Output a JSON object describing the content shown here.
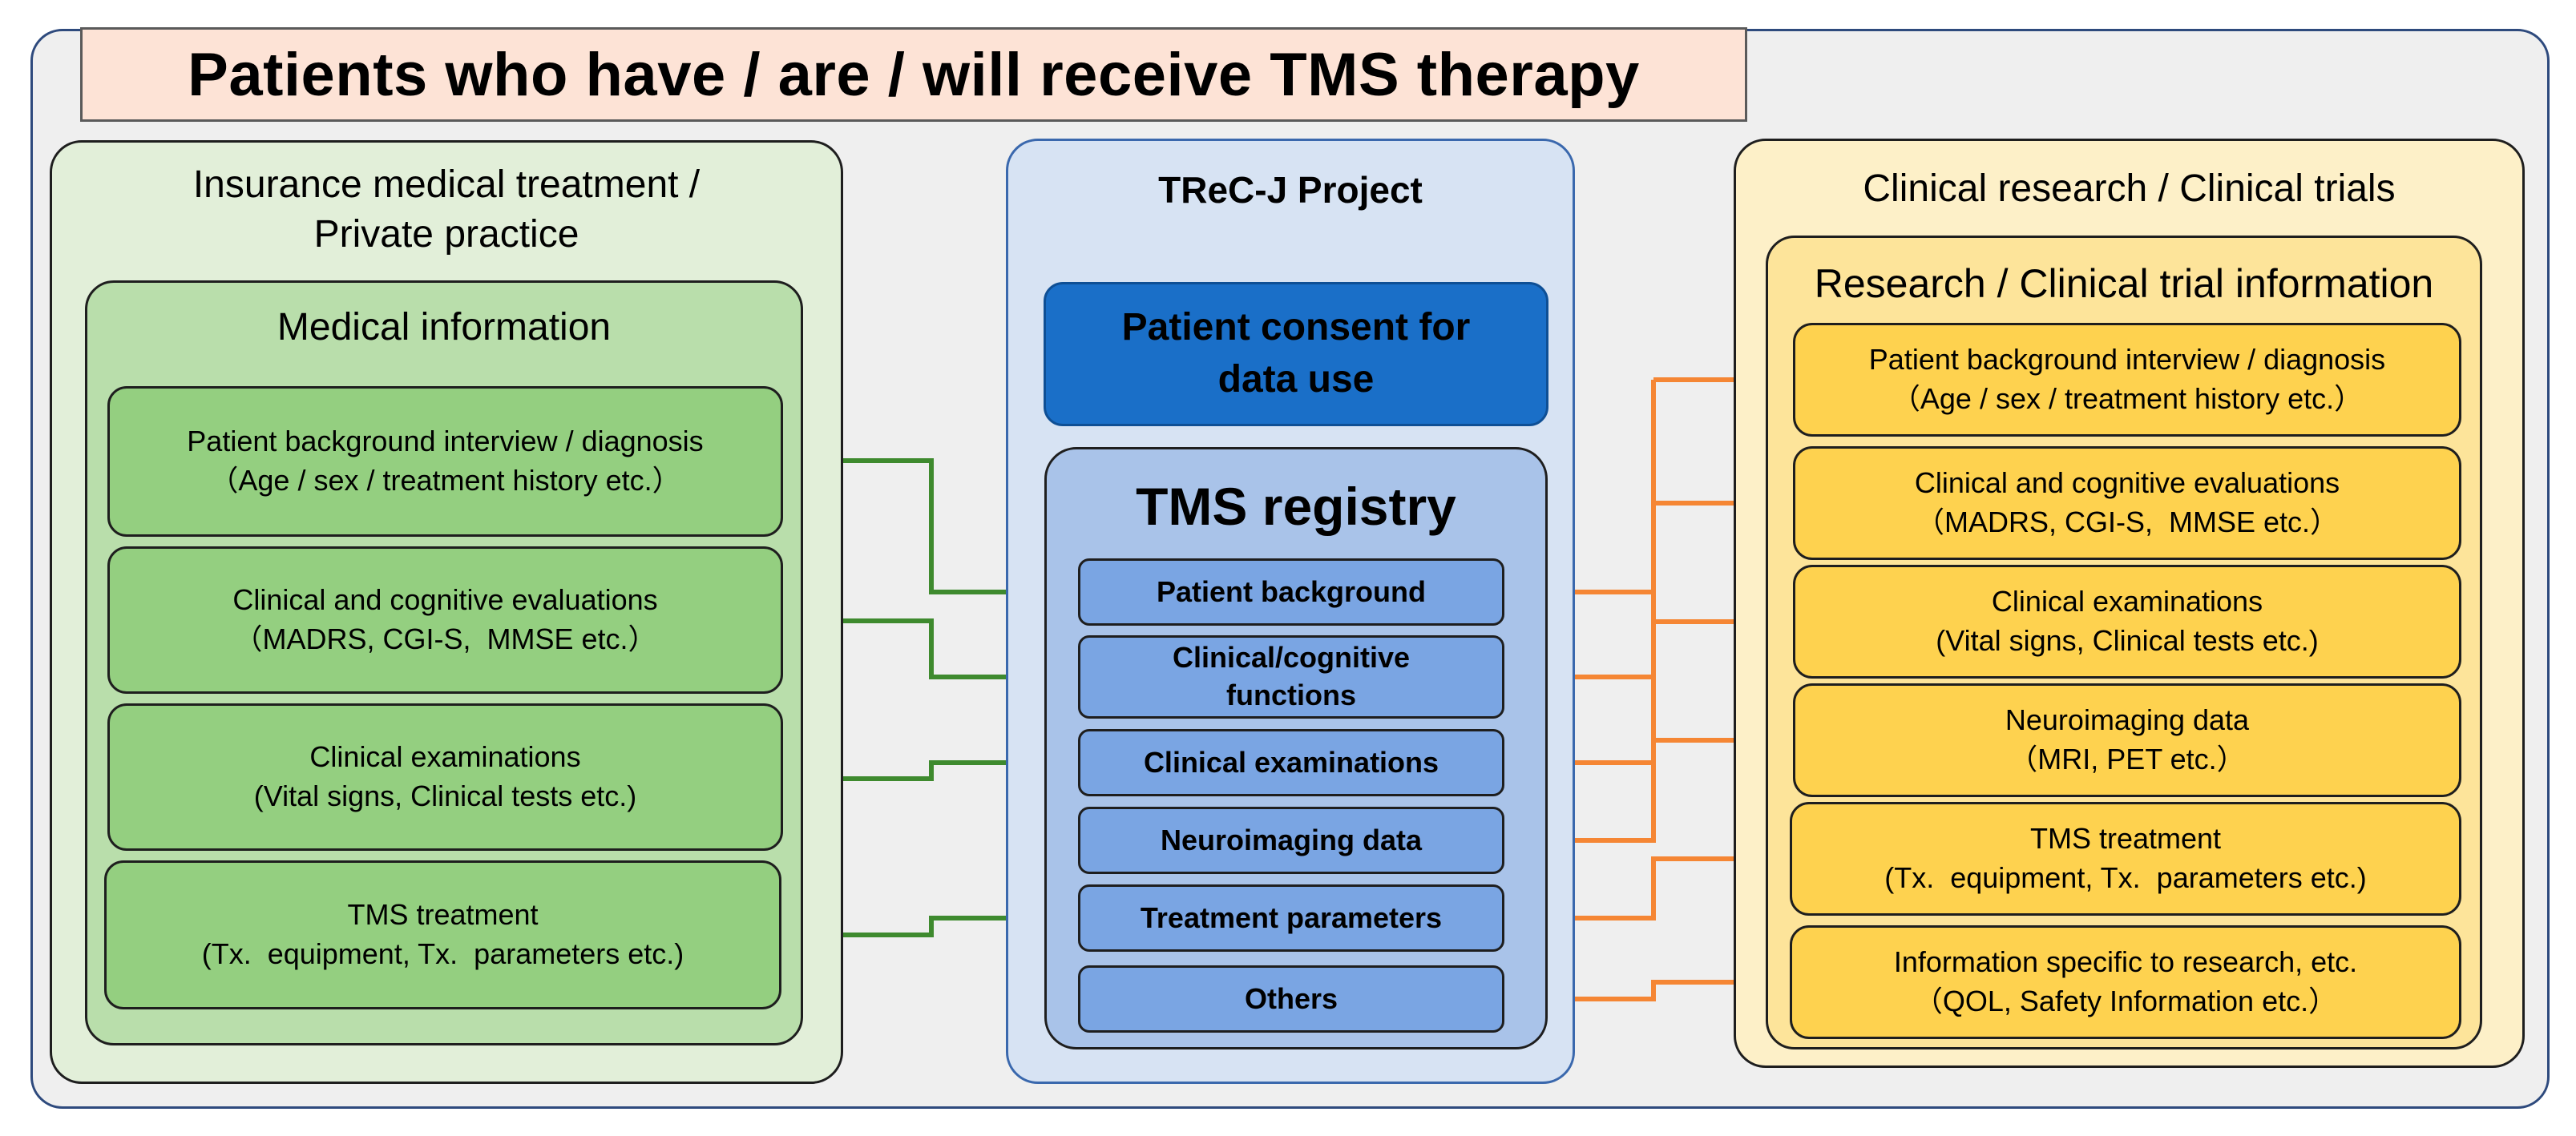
{
  "title": "Patients who have / are / will receive TMS therapy",
  "left": {
    "heading_line1": "Insurance medical treatment /",
    "heading_line2": "Private practice",
    "inner_heading": "Medical information",
    "cards": [
      {
        "l1": "Patient background interview / diagnosis",
        "l2": "（Age / sex / treatment history etc.）"
      },
      {
        "l1": "Clinical and cognitive evaluations",
        "l2": "（MADRS, CGI-S,  MMSE etc.）"
      },
      {
        "l1": "Clinical examinations",
        "l2": "(Vital signs, Clinical tests etc.)"
      },
      {
        "l1": "TMS treatment",
        "l2": "(Tx.  equipment, Tx.  parameters etc.)"
      }
    ]
  },
  "middle": {
    "heading": "TReC-J Project",
    "consent_line1": "Patient consent for",
    "consent_line2": "data use",
    "registry_title": "TMS registry",
    "items": [
      "Patient background",
      "Clinical/cognitive\nfunctions",
      "Clinical examinations",
      "Neuroimaging data",
      "Treatment parameters",
      "Others"
    ]
  },
  "right": {
    "heading": "Clinical research / Clinical trials",
    "inner_heading": "Research / Clinical trial information",
    "cards": [
      {
        "l1": "Patient background interview / diagnosis",
        "l2": "（Age / sex / treatment history etc.）"
      },
      {
        "l1": "Clinical and cognitive evaluations",
        "l2": "（MADRS, CGI-S,  MMSE etc.）"
      },
      {
        "l1": "Clinical examinations",
        "l2": "(Vital signs, Clinical tests etc.)"
      },
      {
        "l1": "Neuroimaging data",
        "l2": "（MRI, PET etc.）"
      },
      {
        "l1": "TMS treatment",
        "l2": "(Tx.  equipment, Tx.  parameters etc.)"
      },
      {
        "l1": "Information specific to research, etc.",
        "l2": "（QOL, Safety Information etc.）"
      }
    ]
  },
  "colors": {
    "green_arrow": "#3e8a2e",
    "orange_arrow": "#f58634"
  }
}
